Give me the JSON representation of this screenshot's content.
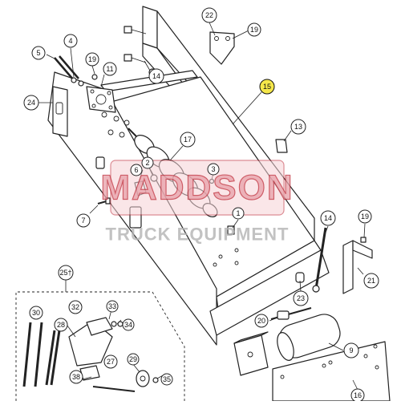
{
  "diagram": {
    "watermark": {
      "line1": "MADDSON",
      "line2": "TRUCK EQUIPMENT",
      "color": "#c0303d"
    },
    "highlight_color": "#f5e74a",
    "callouts": [
      {
        "id": "c22",
        "label": "22"
      },
      {
        "id": "c19a",
        "label": "19"
      },
      {
        "id": "c4",
        "label": "4"
      },
      {
        "id": "c5",
        "label": "5"
      },
      {
        "id": "c19b",
        "label": "19"
      },
      {
        "id": "c11",
        "label": "11"
      },
      {
        "id": "c14a",
        "label": "14"
      },
      {
        "id": "c15",
        "label": "15",
        "highlight": true
      },
      {
        "id": "c24",
        "label": "24"
      },
      {
        "id": "c13",
        "label": "13"
      },
      {
        "id": "c17",
        "label": "17"
      },
      {
        "id": "c2",
        "label": "2"
      },
      {
        "id": "c6",
        "label": "6"
      },
      {
        "id": "c3",
        "label": "3"
      },
      {
        "id": "c7",
        "label": "7"
      },
      {
        "id": "c1",
        "label": "1"
      },
      {
        "id": "c14b",
        "label": "14"
      },
      {
        "id": "c19c",
        "label": "19"
      },
      {
        "id": "c21",
        "label": "21"
      },
      {
        "id": "c25",
        "label": "25†"
      },
      {
        "id": "c23",
        "label": "23"
      },
      {
        "id": "c30",
        "label": "30"
      },
      {
        "id": "c32",
        "label": "32"
      },
      {
        "id": "c33",
        "label": "33"
      },
      {
        "id": "c28",
        "label": "28"
      },
      {
        "id": "c34",
        "label": "34"
      },
      {
        "id": "c20",
        "label": "20"
      },
      {
        "id": "c9",
        "label": "9"
      },
      {
        "id": "c27",
        "label": "27"
      },
      {
        "id": "c29",
        "label": "29"
      },
      {
        "id": "c38",
        "label": "38"
      },
      {
        "id": "c35",
        "label": "35"
      },
      {
        "id": "c16",
        "label": "16"
      }
    ]
  }
}
